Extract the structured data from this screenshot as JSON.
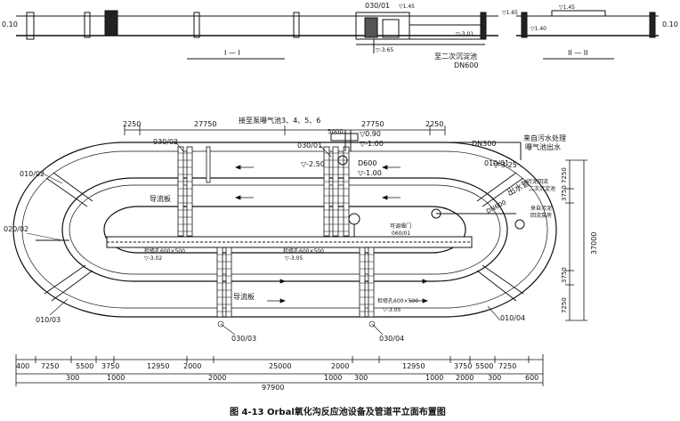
{
  "section_views": {
    "elevation_left": {
      "label_left": "0.10",
      "tag": "030/01",
      "level_top": "▽1.45",
      "level_bottom": "▽-3.65"
    },
    "elevation_right": {
      "label_right": "0.10",
      "level_a": "▽1.45",
      "level_b": "▽1.65",
      "level_c": "▽1.40"
    },
    "outlet_note": "至二次沉淀池",
    "outlet_dn": "DN600",
    "section_1_1": "I — I",
    "section_2_2": "II — II"
  },
  "plan": {
    "top_note_pump": "接至泵曝气池3、4、5、6",
    "top_dims": [
      "2250",
      "27750",
      "27750",
      "2250"
    ],
    "inlet_small": "5000",
    "level_090": "▽0.90",
    "level_m100_top": "▽-1.00",
    "level_m250": "▽-2.50",
    "level_m100_mid": "▽-1.00",
    "level_m325": "▽-3.25",
    "level_m302": "▽-3.02",
    "level_m305": "▽-3.05",
    "level_m305b": "▽-3.05",
    "pipe_d600": "D600",
    "pipe_dn300": "DN300",
    "pipe_dn600": "DN600",
    "source_note_1": "来自污水处理",
    "source_note_2": "曝气池出水",
    "outlet_label": "出水管",
    "guide_board": "导流板",
    "guide_board_2": "导流板",
    "weir_1": "堰",
    "equip_left": [
      "010/02",
      "020/02",
      "010/03"
    ],
    "equip_top": [
      "030/02",
      "030/01",
      "010/01"
    ],
    "equip_right": [
      "010/04"
    ],
    "equip_bottom": [
      "030/03",
      "030/04"
    ],
    "valve_left": "检修孔600×500",
    "valve_mid": "检修孔600×500",
    "valve_right": "检修孔600×500",
    "pump_note": "可调堰门",
    "pump_tag": "060/01",
    "right_notes": [
      "污泥回流",
      "二次沉淀池",
      "来自污泥",
      "回流泵房"
    ],
    "right_dims": [
      "7250",
      "3750",
      "37000",
      "3750",
      "7250"
    ],
    "bottom_dims_row1": [
      "400",
      "7250",
      "5500",
      "3750",
      "12950",
      "2000",
      "25000",
      "2000",
      "12950",
      "3750",
      "5500",
      "7250"
    ],
    "bottom_dims_row2": [
      "300",
      "1000",
      "2000",
      "1000",
      "300",
      "1000",
      "2000",
      "300"
    ],
    "total_length": "97900",
    "side_600": "600"
  },
  "caption": "图 4-13   Orbal氧化沟反应池设备及管道平立面布置图"
}
